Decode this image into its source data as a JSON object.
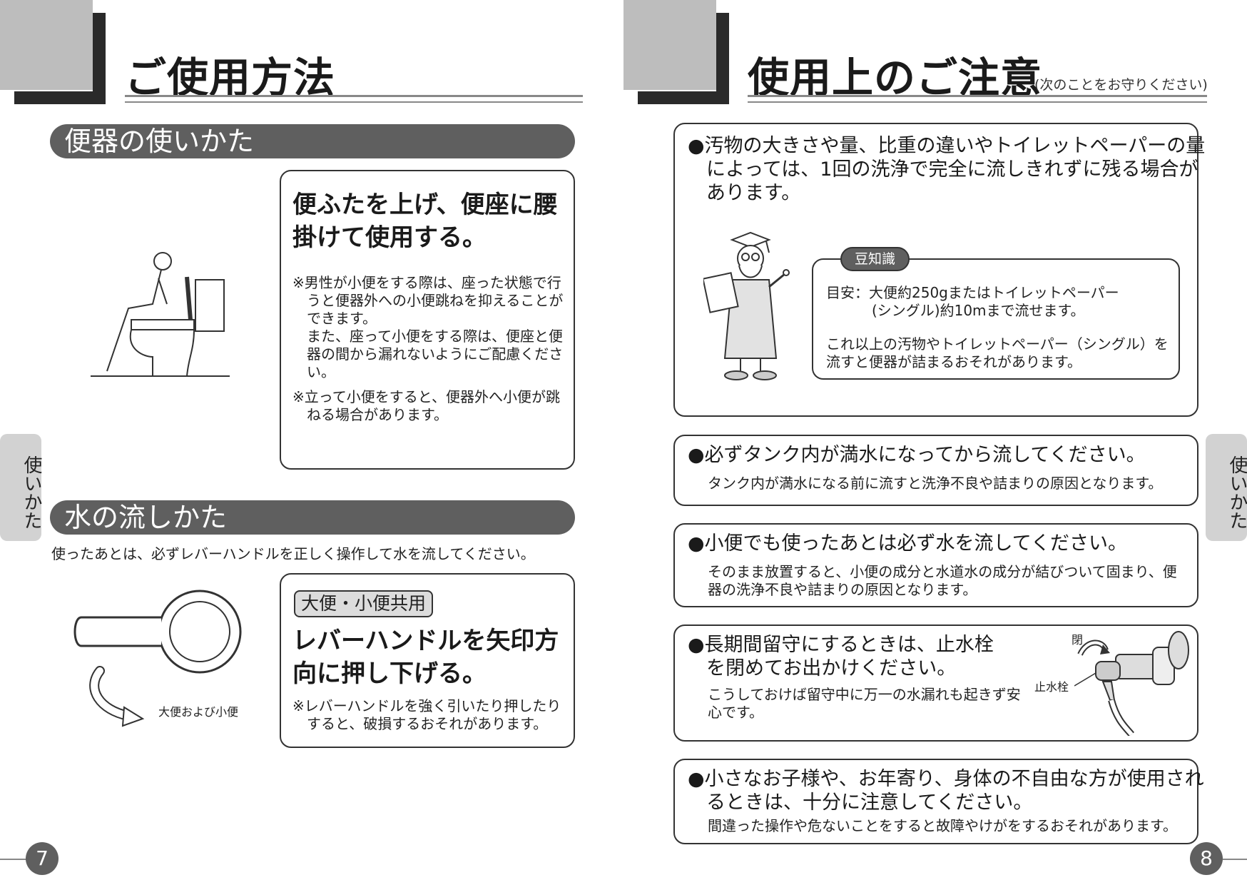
{
  "left_page": {
    "title": "ご使用方法",
    "section1": {
      "heading": "便器の使いかた",
      "box_heading": "便ふたを上げ、便座に腰掛けて使用する。",
      "notes": [
        "※男性が小便をする際は、座った状態で行うと便器外への小便跳ねを抑えることができます。",
        "また、座って小便をする際は、便座と便器の間から漏れないようにご配慮ください。",
        "※立って小便をすると、便器外へ小便が跳ねる場合があります。"
      ]
    },
    "section2": {
      "heading": "水の流しかた",
      "intro": "使ったあとは、必ずレバーハンドルを正しく操作して水を流してください。",
      "tag": "大便・小便共用",
      "box_heading": "レバーハンドルを矢印方向に押し下げる。",
      "note": "※レバーハンドルを強く引いたり押したりすると、破損するおそれがあります。",
      "lever_caption": "大便および小便"
    },
    "side_tab": "使いかた",
    "page_number": "7"
  },
  "right_page": {
    "title": "使用上のご注意",
    "title_sub": "(次のことをお守りください)",
    "caution1": {
      "head": "●汚物の大きさや量、比重の違いやトイレットペーパーの量によっては、1回の洗浄で完全に流しきれずに残る場合があります。",
      "tip_tag": "豆知識",
      "tip_line1_label": "目安：",
      "tip_line1": "大便約250gまたはトイレットペーパー",
      "tip_line2": "(シングル)約10mまで流せます。",
      "tip_line3": "これ以上の汚物やトイレットペーパー（シングル）を流すと便器が詰まるおそれがあります。"
    },
    "caution2": {
      "head": "●必ずタンク内が満水になってから流してください。",
      "body": "タンク内が満水になる前に流すと洗浄不良や詰まりの原因となります。"
    },
    "caution3": {
      "head": "●小便でも使ったあとは必ず水を流してください。",
      "body": "そのまま放置すると、小便の成分と水道水の成分が結びついて固まり、便器の洗浄不良や詰まりの原因となります。"
    },
    "caution4": {
      "head": "●長期間留守にするときは、止水栓を閉めてお出かけください。",
      "body": "こうしておけば留守中に万一の水漏れも起きず安心です。",
      "label_close": "閉",
      "label_valve": "止水栓"
    },
    "caution5": {
      "head": "●小さなお子様や、お年寄り、身体の不自由な方が使用されるときは、十分に注意してください。",
      "body": "間違った操作や危ないことをすると故障やけがをするおそれがあります。"
    },
    "side_tab": "使いかた",
    "page_number": "8"
  }
}
